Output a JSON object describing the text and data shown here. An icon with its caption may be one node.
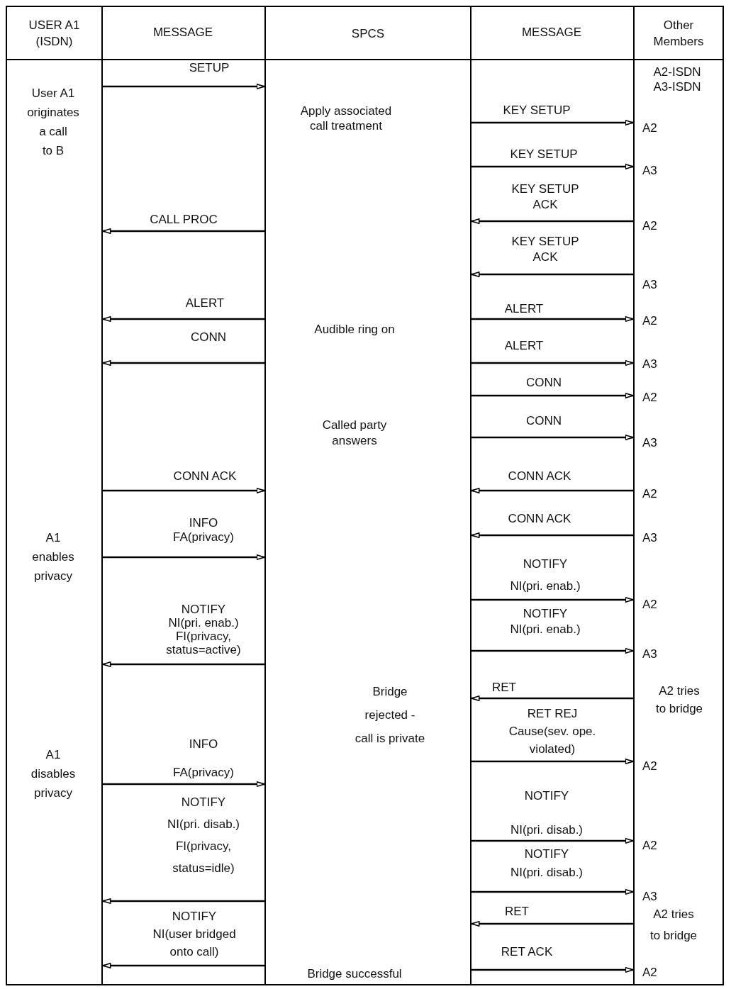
{
  "diagram": {
    "nodes": [
      {
        "text": [
          "USER A1 (ISDN)"
        ]
      },
      {
        "text": [
          "SPCS"
        ]
      },
      {
        "text": [
          "Other Members"
        ]
      }
    ],
    "edges": [
      {
        "from": 0,
        "to": 1,
        "arrow": "to",
        "label": "SETUP"
      },
      {
        "from": 1,
        "to": 2,
        "arrow": "to",
        "label": "KEY SETUP"
      },
      {
        "from": 1,
        "to": 2,
        "arrow": "to",
        "label": "KEY SETUP"
      },
      {
        "from": 2,
        "to": 1,
        "arrow": "to",
        "label": "KEY SETUP ACK"
      },
      {
        "from": 1,
        "to": 0,
        "arrow": "to",
        "label": "CALL PROC"
      },
      {
        "from": 2,
        "to": 1,
        "arrow": "to",
        "label": "KEY SETUP ACK"
      },
      {
        "from": 1,
        "to": 0,
        "arrow": "to",
        "label": "ALERT"
      },
      {
        "from": 1,
        "to": 2,
        "arrow": "to",
        "label": "ALERT"
      },
      {
        "from": 1,
        "to": 0,
        "arrow": "to",
        "label": "CONN"
      },
      {
        "from": 1,
        "to": 2,
        "arrow": "to",
        "label": "ALERT"
      },
      {
        "from": 1,
        "to": 2,
        "arrow": "to",
        "label": "CONN"
      },
      {
        "from": 1,
        "to": 2,
        "arrow": "to",
        "label": "CONN"
      },
      {
        "from": 0,
        "to": 1,
        "arrow": "to",
        "label": "CONN ACK"
      },
      {
        "from": 2,
        "to": 1,
        "arrow": "to",
        "label": "CONN ACK"
      },
      {
        "from": 2,
        "to": 1,
        "arrow": "to",
        "label": "CONN ACK"
      },
      {
        "from": 0,
        "to": 1,
        "arrow": "to",
        "label": "INFO FA(privacy)"
      },
      {
        "from": 1,
        "to": 2,
        "arrow": "to",
        "label": "NOTIFY NI(pri. enab.)"
      },
      {
        "from": 1,
        "to": 0,
        "arrow": "to",
        "label": "NOTIFY NI(pri. enab.) FI(privacy, status=active)"
      },
      {
        "from": 1,
        "to": 2,
        "arrow": "to",
        "label": "NOTIFY NI(pri. enab.)"
      },
      {
        "from": 2,
        "to": 1,
        "arrow": "to",
        "label": "RET"
      },
      {
        "from": 1,
        "to": 2,
        "arrow": "to",
        "label": "RET REJ Cause(sev. ope. violated)"
      },
      {
        "from": 0,
        "to": 1,
        "arrow": "to",
        "label": "INFO FA(privacy)"
      },
      {
        "from": 1,
        "to": 2,
        "arrow": "to",
        "label": "NOTIFY NI(pri. disab.)"
      },
      {
        "from": 1,
        "to": 0,
        "arrow": "to",
        "label": "NOTIFY NI(pri. disab.) FI(privacy, status=idle)"
      },
      {
        "from": 1,
        "to": 2,
        "arrow": "to",
        "label": "NOTIFY NI(pri. disab.)"
      },
      {
        "from": 2,
        "to": 1,
        "arrow": "to",
        "label": "RET"
      },
      {
        "from": 1,
        "to": 0,
        "arrow": "to",
        "label": "NOTIFY NI(user bridged onto call)"
      },
      {
        "from": 1,
        "to": 2,
        "arrow": "to",
        "label": "RET ACK"
      }
    ],
    "labels": [
      "MESSAGE",
      "MESSAGE",
      "A2-ISDN",
      "A3-ISDN",
      "User A1 originates a call to B",
      "Apply associated call treatment",
      "A2",
      "A3",
      "A2",
      "A3",
      "A2",
      "Audible ring on",
      "A3",
      "A2",
      "Called party answers",
      "A3",
      "A2",
      "A1 enables privacy",
      "A3",
      "A2",
      "A3",
      "Bridge rejected - call is private",
      "A2 tries to bridge",
      "A1 disables privacy",
      "A2",
      "A2",
      "A3",
      "A2 tries to bridge",
      "A2",
      "Bridge successful"
    ]
  }
}
